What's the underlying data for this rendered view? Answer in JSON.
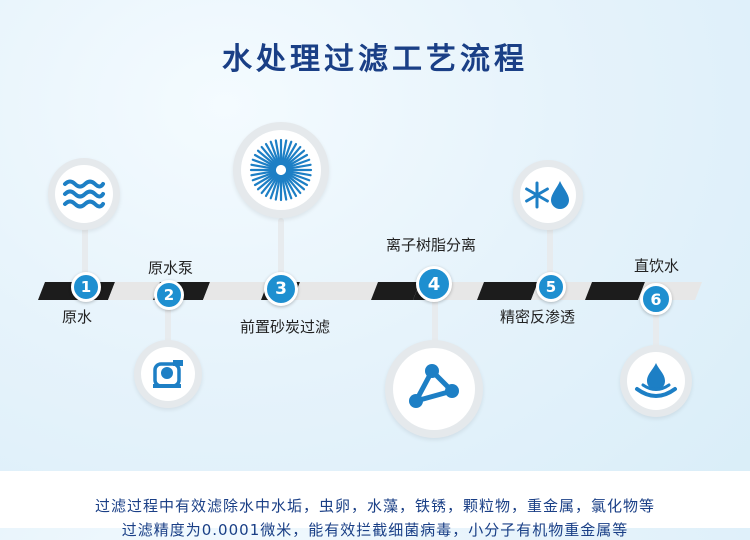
{
  "title": "水处理过滤工艺流程",
  "steps": [
    {
      "number": "1",
      "label": "原水"
    },
    {
      "number": "2",
      "label": "原水泵"
    },
    {
      "number": "3",
      "label": "前置砂炭过滤"
    },
    {
      "number": "4",
      "label": "离子树脂分离"
    },
    {
      "number": "5",
      "label": "精密反渗透"
    },
    {
      "number": "6",
      "label": "直饮水"
    }
  ],
  "description": {
    "line1": "过滤过程中有效滤除水中水垢，虫卵，水藻，铁锈，颗粒物，重金属，氯化物等",
    "line2": "过滤精度为0.0001微米，能有效拦截细菌病毒，小分子有机物重金属等"
  },
  "colors": {
    "title": "#1a3f86",
    "accent_blue": "#1e8fd0",
    "icon_blue": "#1d7fc5",
    "disk_gray": "#e5e9ec",
    "timeline_dark": "#1c1c1c",
    "timeline_light": "#e7e7e7"
  },
  "icons": [
    "waves-icon",
    "pump-icon",
    "filter-burst-icon",
    "molecule-icon",
    "snowflake-drop-icon",
    "water-drop-icon"
  ]
}
